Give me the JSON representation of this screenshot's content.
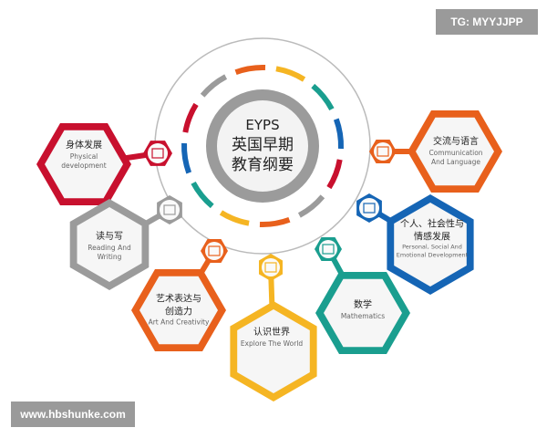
{
  "center": {
    "title_en": "EYPS",
    "title_zh_1": "英国早期",
    "title_zh_2": "教育纲要"
  },
  "colors": {
    "red": "#c8102e",
    "gray": "#9b9b9b",
    "orange": "#e8601c",
    "yellow": "#f5b523",
    "teal": "#1a9e8f",
    "blue": "#1565b5"
  },
  "areas": [
    {
      "zh": "身体发展",
      "en": "Physical development",
      "color": "#c8102e",
      "icon": "running-shoe-icon"
    },
    {
      "zh": "读与写",
      "en": "Reading And Writing",
      "color": "#9b9b9b",
      "icon": "book-writing-icon"
    },
    {
      "zh": "艺术表达与创造力",
      "en": "Art And Creativity",
      "color": "#e8601c",
      "icon": "easel-icon"
    },
    {
      "zh": "认识世界",
      "en": "Explore The World",
      "color": "#f5b523",
      "icon": "globe-icon"
    },
    {
      "zh": "数学",
      "en": "Mathematics",
      "color": "#1a9e8f",
      "icon": "cube-icon"
    },
    {
      "zh": "个人、社会性与情感发展",
      "en": "Personal, Social And Emotional Development",
      "color": "#1565b5",
      "icon": "handshake-icon"
    },
    {
      "zh": "交流与语言",
      "en": "Communication And Language",
      "color": "#e8601c",
      "icon": "speech-bubble-icon"
    }
  ],
  "badges": {
    "top": "TG: MYYJJPP",
    "bottom": "www.hbshunke.com"
  }
}
